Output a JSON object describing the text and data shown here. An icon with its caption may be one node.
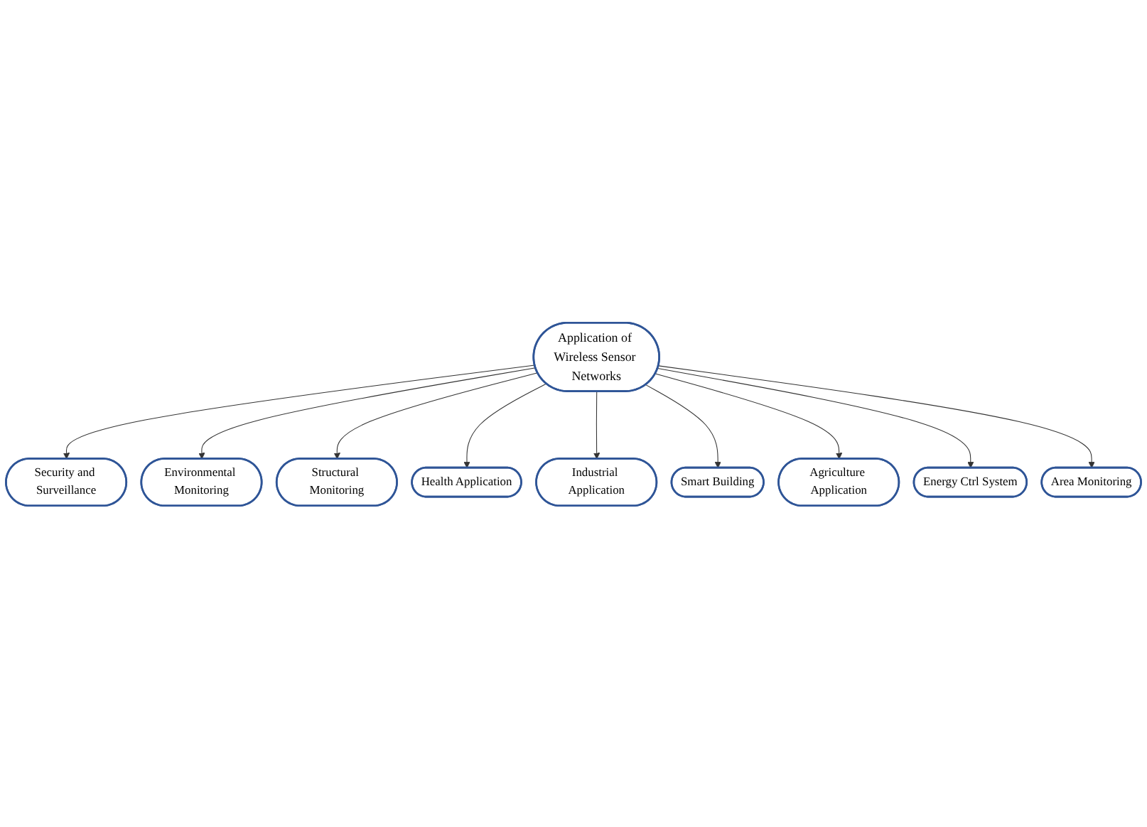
{
  "diagram": {
    "nodes": [
      {
        "text": [
          "Application of Wireless Sensor Networks"
        ]
      },
      {
        "text": [
          "Security and Surveillance"
        ]
      },
      {
        "text": [
          "Environmental Monitoring"
        ]
      },
      {
        "text": [
          "Structural Monitoring"
        ]
      },
      {
        "text": [
          "Health Application"
        ]
      },
      {
        "text": [
          "Industrial Application"
        ]
      },
      {
        "text": [
          "Smart Building"
        ]
      },
      {
        "text": [
          "Agriculture Application"
        ]
      },
      {
        "text": [
          "Energy Ctrl System"
        ]
      },
      {
        "text": [
          "Area Monitoring"
        ]
      }
    ],
    "edges": [
      {
        "from": 0,
        "to": 1,
        "arrow": "to"
      },
      {
        "from": 0,
        "to": 2,
        "arrow": "to"
      },
      {
        "from": 0,
        "to": 3,
        "arrow": "to"
      },
      {
        "from": 0,
        "to": 4,
        "arrow": "to"
      },
      {
        "from": 0,
        "to": 5,
        "arrow": "to"
      },
      {
        "from": 0,
        "to": 6,
        "arrow": "to"
      },
      {
        "from": 0,
        "to": 7,
        "arrow": "to"
      },
      {
        "from": 0,
        "to": 8,
        "arrow": "to"
      },
      {
        "from": 0,
        "to": 9,
        "arrow": "to"
      }
    ]
  }
}
